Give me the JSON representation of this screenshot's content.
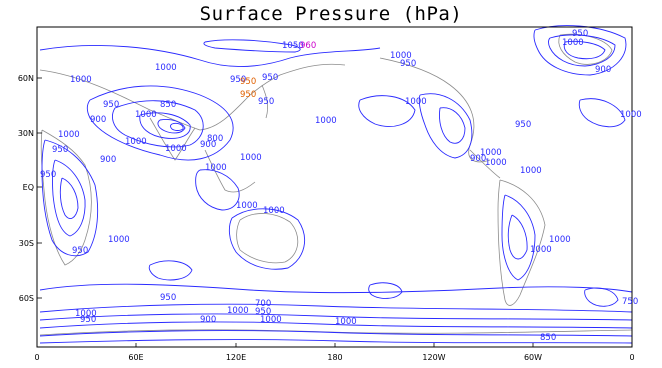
{
  "title": "Surface Pressure (hPa)",
  "colors": {
    "contour": "#2b2bff",
    "coast": "#8c8c8c",
    "accent_red": "#e06000",
    "accent_magenta": "#cc00cc",
    "frame": "#000000"
  },
  "lat_labels": [
    "60N",
    "30N",
    "EQ",
    "30S",
    "60S"
  ],
  "lon_labels": [
    "0",
    "60E",
    "120E",
    "180",
    "120W",
    "60W",
    "0"
  ],
  "contour_labels": [
    {
      "text": "1050",
      "color": "blue"
    },
    {
      "text": "960",
      "color": "magenta"
    },
    {
      "text": "1000",
      "color": "blue"
    },
    {
      "text": "950",
      "color": "blue"
    },
    {
      "text": "1000",
      "color": "blue"
    },
    {
      "text": "950",
      "color": "blue"
    },
    {
      "text": "900",
      "color": "blue"
    },
    {
      "text": "1000",
      "color": "blue"
    },
    {
      "text": "1000",
      "color": "blue"
    },
    {
      "text": "950",
      "color": "blue"
    },
    {
      "text": "950",
      "color": "red"
    },
    {
      "text": "950",
      "color": "blue"
    },
    {
      "text": "950",
      "color": "red"
    },
    {
      "text": "950",
      "color": "blue"
    },
    {
      "text": "850",
      "color": "blue"
    },
    {
      "text": "950",
      "color": "blue"
    },
    {
      "text": "900",
      "color": "blue"
    },
    {
      "text": "1000",
      "color": "blue"
    },
    {
      "text": "1000",
      "color": "blue"
    },
    {
      "text": "1000",
      "color": "blue"
    },
    {
      "text": "1000",
      "color": "blue"
    },
    {
      "text": "800",
      "color": "blue"
    },
    {
      "text": "900",
      "color": "blue"
    },
    {
      "text": "950",
      "color": "blue"
    },
    {
      "text": "900",
      "color": "blue"
    },
    {
      "text": "1000",
      "color": "blue"
    },
    {
      "text": "1000",
      "color": "blue"
    },
    {
      "text": "950",
      "color": "blue"
    },
    {
      "text": "1000",
      "color": "blue"
    },
    {
      "text": "1000",
      "color": "blue"
    },
    {
      "text": "950",
      "color": "blue"
    },
    {
      "text": "1000",
      "color": "blue"
    },
    {
      "text": "1000",
      "color": "blue"
    },
    {
      "text": "1000",
      "color": "blue"
    },
    {
      "text": "950",
      "color": "blue"
    },
    {
      "text": "1000",
      "color": "blue"
    },
    {
      "text": "1000",
      "color": "blue"
    },
    {
      "text": "900",
      "color": "blue"
    },
    {
      "text": "1000",
      "color": "blue"
    },
    {
      "text": "1000",
      "color": "blue"
    },
    {
      "text": "1000",
      "color": "blue"
    },
    {
      "text": "1000",
      "color": "blue"
    },
    {
      "text": "750",
      "color": "blue"
    },
    {
      "text": "700",
      "color": "blue"
    },
    {
      "text": "950",
      "color": "blue"
    },
    {
      "text": "1000",
      "color": "blue"
    },
    {
      "text": "950",
      "color": "blue"
    },
    {
      "text": "900",
      "color": "blue"
    },
    {
      "text": "1000",
      "color": "blue"
    },
    {
      "text": "950",
      "color": "blue"
    },
    {
      "text": "1000",
      "color": "blue"
    },
    {
      "text": "1000",
      "color": "blue"
    },
    {
      "text": "850",
      "color": "blue"
    }
  ]
}
